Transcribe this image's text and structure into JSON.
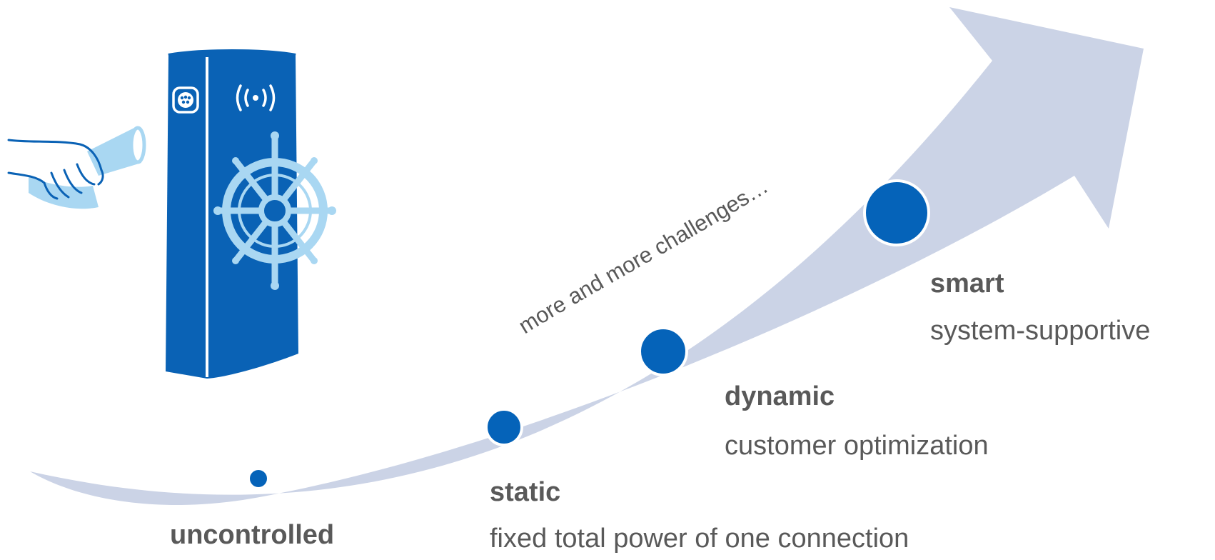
{
  "colors": {
    "arrow": "#CBD3E6",
    "dot": "#0563B9",
    "pillar": "#0A62B5",
    "light_blue": "#A9D7F2",
    "text": "#595959"
  },
  "arrow": {
    "caption": "more and more challenges…"
  },
  "stages": [
    {
      "id": "uncontrolled",
      "title": "uncontrolled",
      "subtitle": ""
    },
    {
      "id": "static",
      "title": "static",
      "subtitle": "fixed total power of one connection"
    },
    {
      "id": "dynamic",
      "title": "dynamic",
      "subtitle": "customer optimization"
    },
    {
      "id": "smart",
      "title": "smart",
      "subtitle": "system-supportive"
    }
  ],
  "illustration": {
    "icons": [
      "plug-socket-icon",
      "wireless-signal-icon",
      "ship-wheel-icon",
      "hand-icon",
      "connector-plug-icon"
    ]
  }
}
